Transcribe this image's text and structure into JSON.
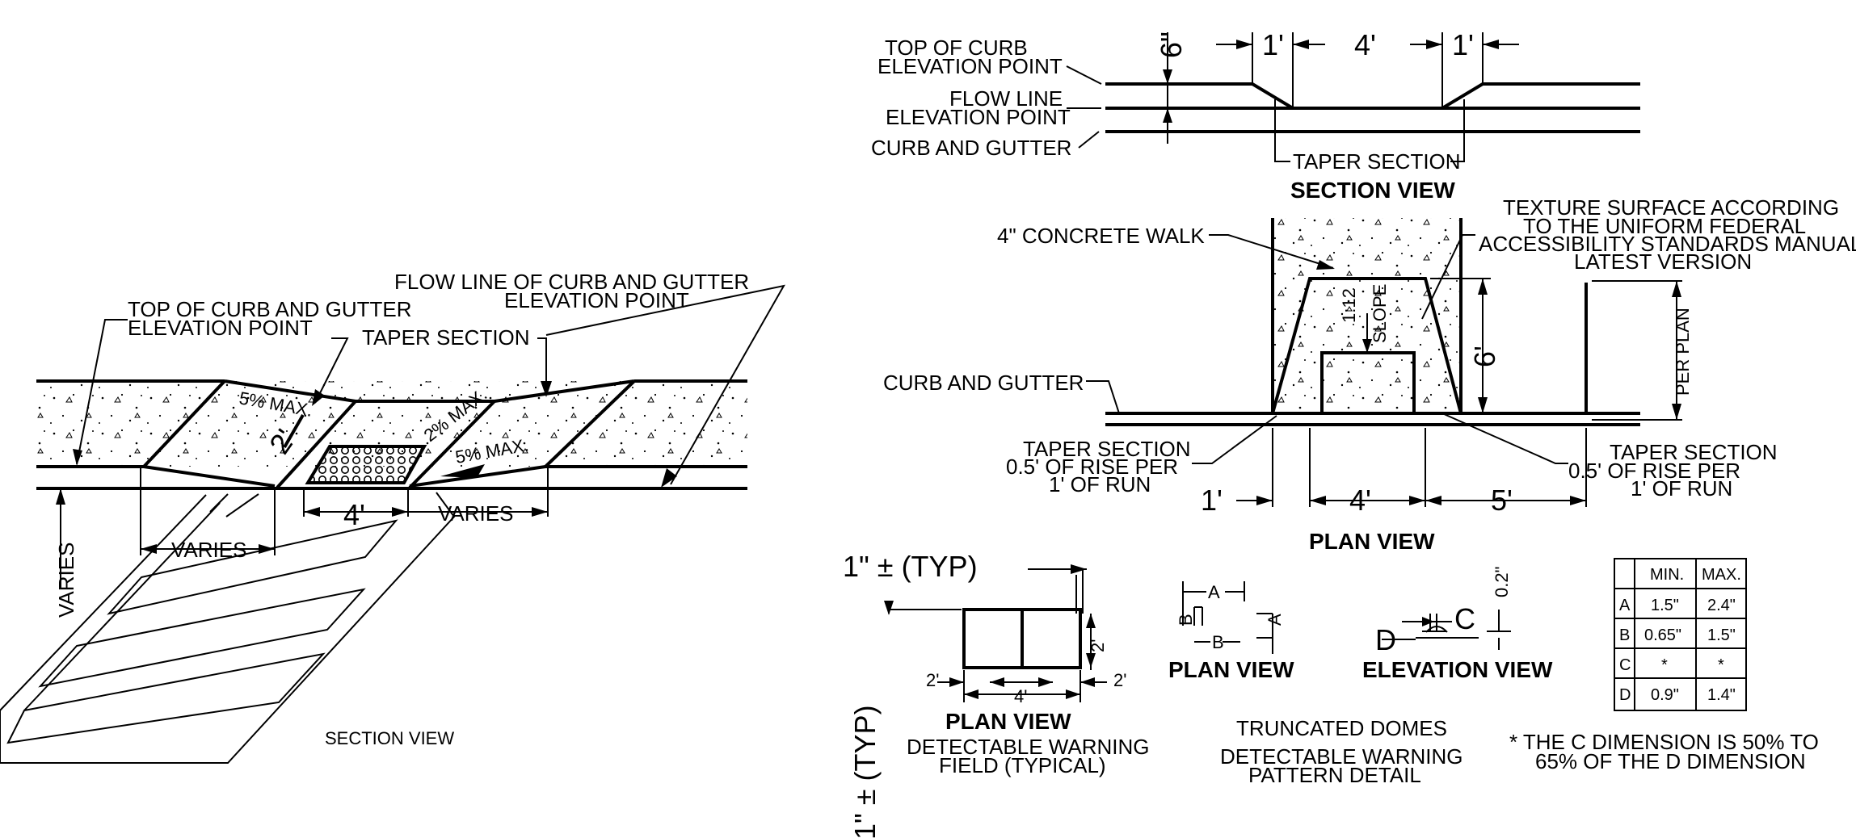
{
  "left_detail": {
    "top_of_curb_label": [
      "TOP OF CURB AND GUTTER",
      "ELEVATION POINT"
    ],
    "taper_section_label": "TAPER SECTION",
    "flow_line_label": [
      "FLOW LINE OF CURB AND GUTTER",
      "ELEVATION POINT"
    ],
    "slope_left": "5% MAX.",
    "slope_right_top": "2% MAX.",
    "slope_right_bottom": "5% MAX.",
    "depth_dim": "2'",
    "width_dim": "4'",
    "varies_left": "VARIES",
    "varies_right": "VARIES",
    "varies_vertical": "VARIES",
    "caption": "SECTION VIEW"
  },
  "section_view": {
    "top_of_curb_label": [
      "TOP OF CURB",
      "ELEVATION POINT"
    ],
    "flow_line_label": [
      "FLOW LINE",
      "ELEVATION POINT"
    ],
    "curb_label": "CURB AND GUTTER",
    "height_dim": "6\"",
    "dim_left": "1'",
    "dim_mid": "4'",
    "dim_right": "1'",
    "taper_label": "TAPER SECTION",
    "title": "SECTION VIEW"
  },
  "plan_view": {
    "walk_label": "4\" CONCRETE WALK",
    "texture_note": [
      "TEXTURE SURFACE ACCORDING",
      "TO THE UNIFORM FEDERAL",
      "ACCESSIBILITY STANDARDS MANUAL",
      "LATEST VERSION"
    ],
    "per_plan": "PER PLAN",
    "ramp_length": "6'",
    "slope_ratio": "1:12",
    "slope_word": "SLOPE",
    "curb_label": "CURB AND GUTTER",
    "taper_left": [
      "TAPER SECTION",
      "0.5' OF RISE PER",
      "1' OF RUN"
    ],
    "taper_right": [
      "TAPER SECTION",
      "0.5' OF RISE PER",
      "1' OF RUN"
    ],
    "dim_left": "1'",
    "dim_mid": "4'",
    "dim_right": "5'",
    "title": "PLAN VIEW"
  },
  "warning_field": {
    "edge_dim": "1\" ± (TYP)",
    "edge_dim_vertical": "1\" ± (TYP)",
    "dim_2_left": "2'",
    "dim_4": "4'",
    "dim_2_right": "2'",
    "dim_2_vertical": "2'",
    "title": "PLAN VIEW",
    "caption": [
      "DETECTABLE WARNING",
      "FIELD (TYPICAL)"
    ]
  },
  "domes": {
    "plan_title": "PLAN VIEW",
    "label_a": "A",
    "label_b": "B",
    "label_c": "C",
    "label_d": "D",
    "height_dim": "0.2\"",
    "elev_title": "ELEVATION VIEW",
    "caption_1": "TRUNCATED DOMES",
    "caption_2": [
      "DETECTABLE WARNING",
      "PATTERN DETAIL"
    ]
  },
  "dim_table": {
    "headers": [
      "",
      "MIN.",
      "MAX."
    ],
    "rows": [
      [
        "A",
        "1.5\"",
        "2.4\""
      ],
      [
        "B",
        "0.65\"",
        "1.5\""
      ],
      [
        "C",
        "*",
        "*"
      ],
      [
        "D",
        "0.9\"",
        "1.4\""
      ]
    ],
    "footnote": [
      "* THE C DIMENSION IS 50% TO",
      "65% OF THE D DIMENSION"
    ]
  }
}
